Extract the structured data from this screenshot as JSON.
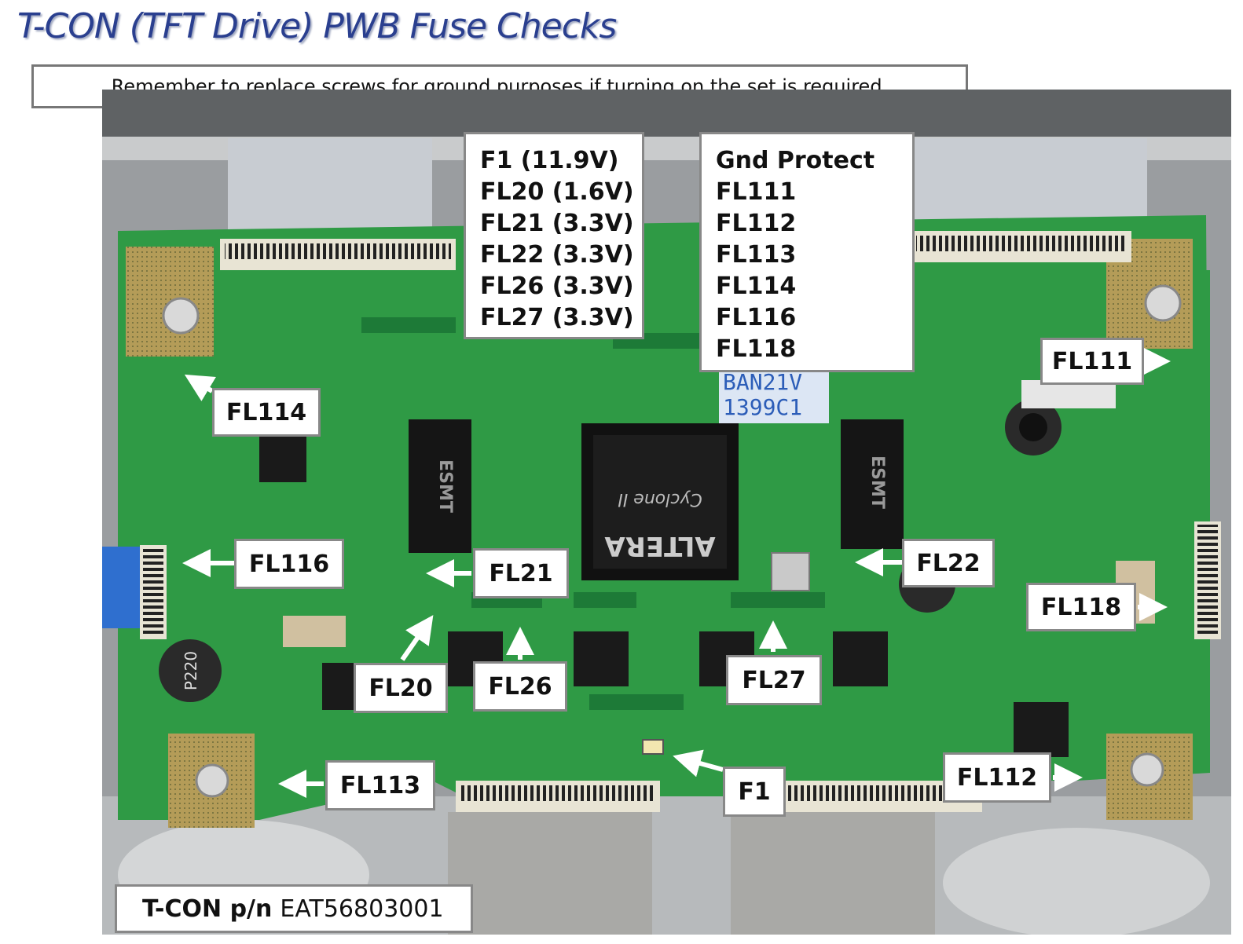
{
  "title": "T-CON (TFT Drive) PWB Fuse Checks",
  "note": "Remember to replace screws for ground purposes if turning on the set is required.",
  "voltage_list": [
    "F1 (11.9V)",
    "FL20 (1.6V)",
    "FL21 (3.3V)",
    "FL22 (3.3V)",
    "FL26 (3.3V)",
    "FL27 (3.3V)"
  ],
  "gnd_list": [
    "Gnd Protect",
    "FL111",
    "FL112",
    "FL113",
    "FL114",
    "FL116",
    "FL118"
  ],
  "labels": {
    "fl114": "FL114",
    "fl111": "FL111",
    "fl116": "FL116",
    "fl21": "FL21",
    "fl22": "FL22",
    "fl118": "FL118",
    "fl20": "FL20",
    "fl26": "FL26",
    "fl27": "FL27",
    "fl113": "FL113",
    "f1": "F1",
    "fl112": "FL112"
  },
  "silk": {
    "chip_brand": "ALTERA",
    "chip_model": "Cyclone II",
    "mem_brand": "ESMT",
    "sticker1": "BAN21V",
    "sticker2": "1399C1",
    "inductor": "P220"
  },
  "part_number": {
    "label": "T-CON p/n",
    "value": "EAT56803001"
  },
  "colors": {
    "title": "#2a3f8f",
    "board": "#2f9a45",
    "board_dark": "#1f7a35",
    "arrow": "#ffffff"
  }
}
